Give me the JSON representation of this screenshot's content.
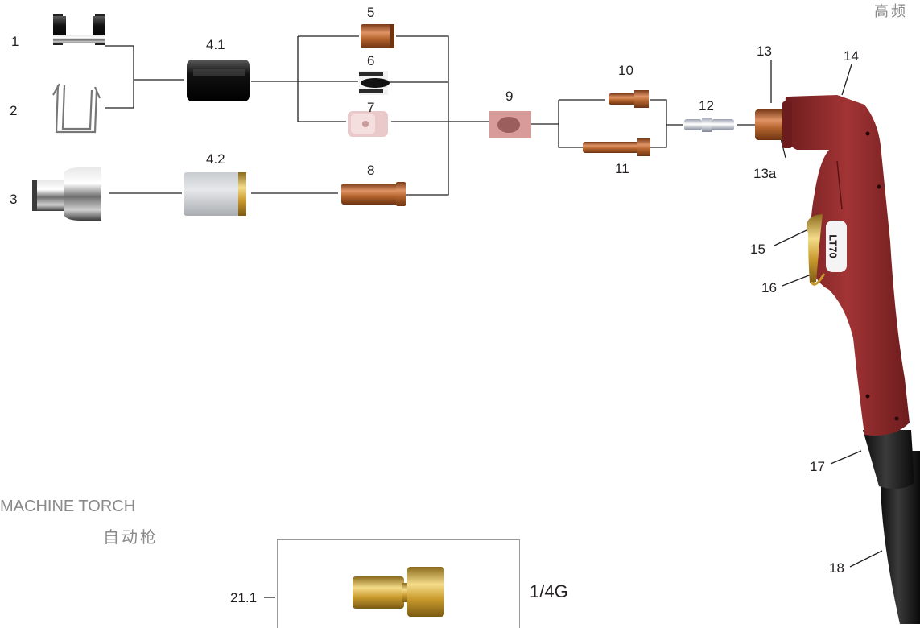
{
  "headings": {
    "corner_cn": "高频",
    "machine_torch_en": "MACHINE TORCH",
    "machine_torch_cn": "自动枪"
  },
  "part_numbers": {
    "p1": "1",
    "p2": "2",
    "p3": "3",
    "p4_1": "4.1",
    "p4_2": "4.2",
    "p5": "5",
    "p6": "6",
    "p7": "7",
    "p8": "8",
    "p9": "9",
    "p10": "10",
    "p11": "11",
    "p12": "12",
    "p13": "13",
    "p13a": "13a",
    "p14": "14",
    "p15": "15",
    "p16": "16",
    "p17": "17",
    "p18": "18",
    "p21_1": "21.1"
  },
  "torch_marking": "LT70",
  "adapter_thread": "1/4G",
  "colors": {
    "torch_body": "#8e2a2b",
    "copper": "#b5652e",
    "brass": "#d4a73a",
    "lines": "#231f20",
    "gray_text": "#8a8a8a"
  }
}
